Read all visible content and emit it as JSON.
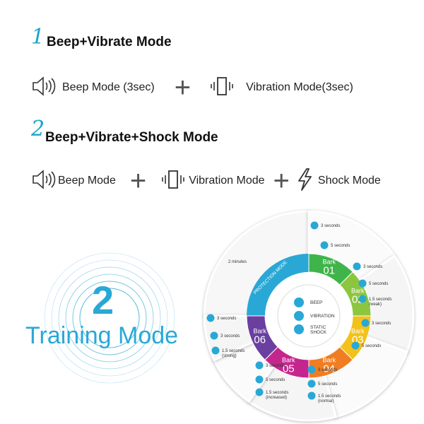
{
  "section1": {
    "number": "1",
    "title": "Beep+Vibrate Mode",
    "items": [
      "Beep Mode (3sec)",
      "Vibration Mode(3sec)"
    ]
  },
  "section2": {
    "number": "2",
    "title": "Beep+Vibrate+Shock Mode",
    "items": [
      "Beep Mode",
      "Vibration Mode",
      "Shock Mode"
    ]
  },
  "training": {
    "number": "2",
    "label": "Training Mode"
  },
  "wheel": {
    "protection": "PROTECTION MODE",
    "center": [
      "BEEP",
      "VIBRATION",
      "STATIC SHOCK"
    ],
    "barks": [
      {
        "label": "Bark",
        "num": "01",
        "color": "#3fb44a"
      },
      {
        "label": "Bark",
        "num": "02",
        "color": "#8cc63f"
      },
      {
        "label": "Bark",
        "num": "03",
        "color": "#f2c21b"
      },
      {
        "label": "Bark",
        "num": "04",
        "color": "#f07d22"
      },
      {
        "label": "Bark",
        "num": "05",
        "color": "#c5268e"
      },
      {
        "label": "Bark",
        "num": "06",
        "color": "#6a3fa0"
      }
    ],
    "outer": {
      "protection": [
        "2 minutes"
      ],
      "bark01": [
        "3 seconds",
        "5 seconds"
      ],
      "bark02": [
        "3 seconds",
        "5 seconds",
        "1.5 seconds",
        "(weak)"
      ],
      "bark03": [
        "3 seconds",
        "5 seconds"
      ],
      "bark04": [
        "3 seconds",
        "5 seconds",
        "1.5 seconds",
        "(normal)"
      ],
      "bark05": [
        "3 seconds",
        "5 seconds",
        "1.5 seconds",
        "(increased)"
      ],
      "bark06": [
        "3 seconds",
        "3 seconds",
        "1.5 seconds",
        "(strong)"
      ]
    }
  },
  "colors": {
    "accent": "#29a8d6",
    "teal": "#1aa7c9"
  }
}
